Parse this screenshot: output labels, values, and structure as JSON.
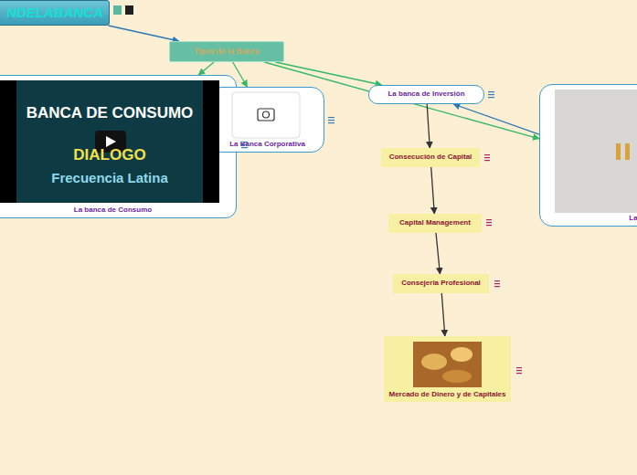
{
  "diagram": {
    "nodes": [
      {
        "text": [
          "NDELABANCA"
        ]
      },
      {
        "text": [
          "Tipos de la Banca"
        ]
      },
      {
        "text": [
          "La banca de Consumo"
        ]
      },
      {
        "text": [
          "La Banca Corporativa"
        ]
      },
      {
        "text": [
          "La banca de Inversión"
        ]
      },
      {
        "text": [
          "La"
        ]
      },
      {
        "text": [
          "Consecución de Capital"
        ]
      },
      {
        "text": [
          "Capital Management"
        ]
      },
      {
        "text": [
          "Consejeria Profesional"
        ]
      },
      {
        "text": [
          "Mercado de Dinero y de Capitales"
        ]
      }
    ],
    "edges": [
      {
        "from": 0,
        "to": 1,
        "arrow": "to"
      },
      {
        "from": 1,
        "to": 2,
        "arrow": "to"
      },
      {
        "from": 1,
        "to": 3,
        "arrow": "to"
      },
      {
        "from": 1,
        "to": 4,
        "arrow": "to"
      },
      {
        "from": 1,
        "to": 5,
        "arrow": "to"
      },
      {
        "from": 5,
        "to": 4,
        "arrow": "to"
      },
      {
        "from": 4,
        "to": 6,
        "arrow": "to"
      },
      {
        "from": 6,
        "to": 7,
        "arrow": "to"
      },
      {
        "from": 7,
        "to": 8,
        "arrow": "to"
      },
      {
        "from": 8,
        "to": 9,
        "arrow": "to"
      }
    ],
    "labels": [
      "BANCA DE CONSUMO",
      "DIALOGO",
      "Frecuencia Latina"
    ]
  }
}
